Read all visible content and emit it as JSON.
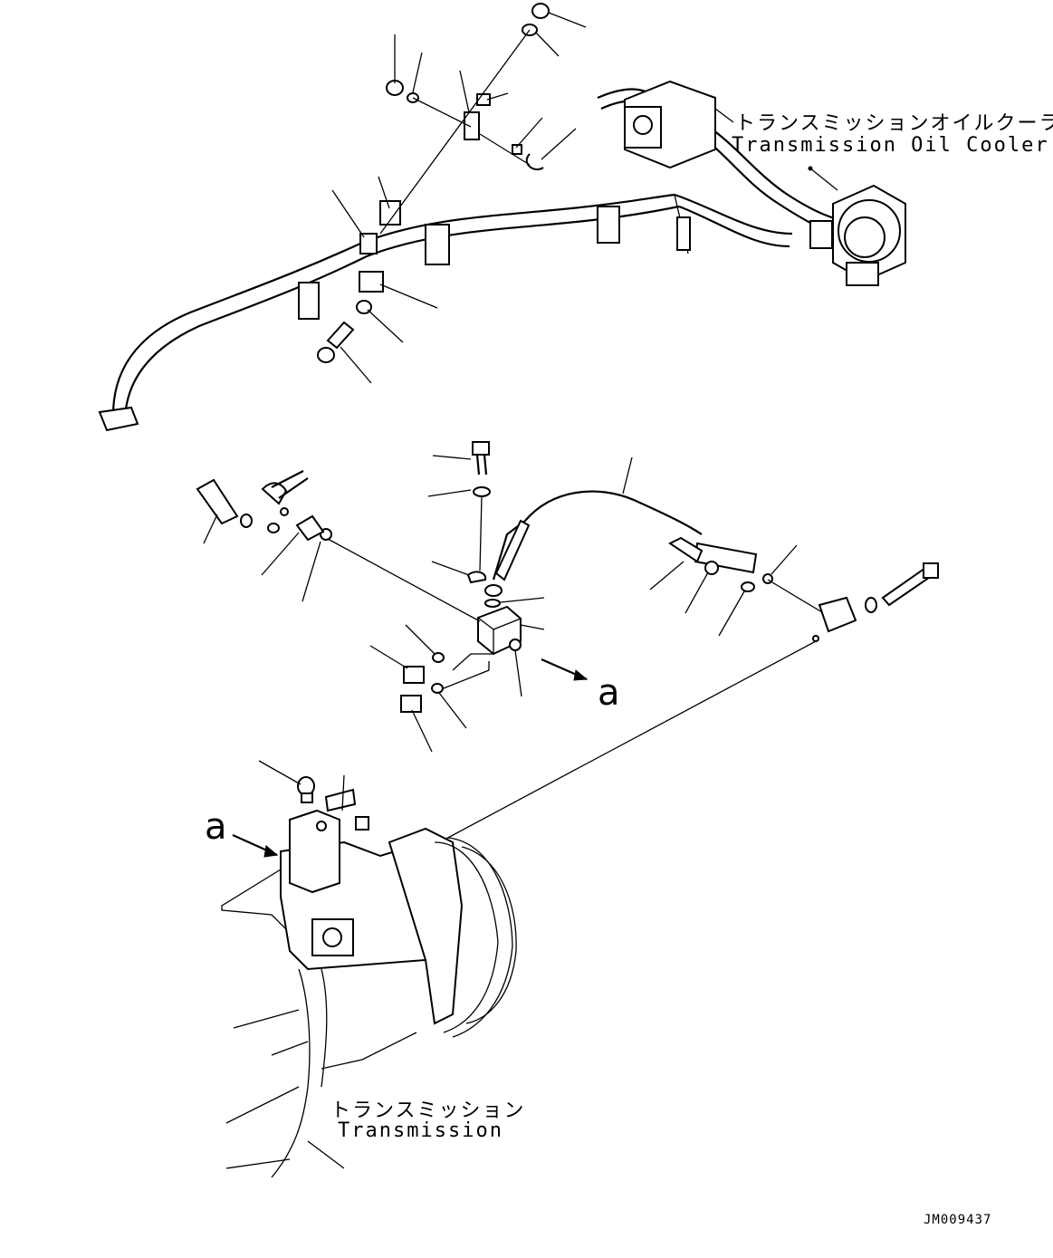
{
  "labels": {
    "oil_cooler_jp": "トランスミッションオイルクーラ",
    "oil_cooler_en": "Transmission Oil Cooler",
    "transmission_jp": "トランスミッション",
    "transmission_en": "Transmission",
    "view_marker_1": "a",
    "view_marker_2": "a",
    "drawing_code": "JM009437"
  }
}
